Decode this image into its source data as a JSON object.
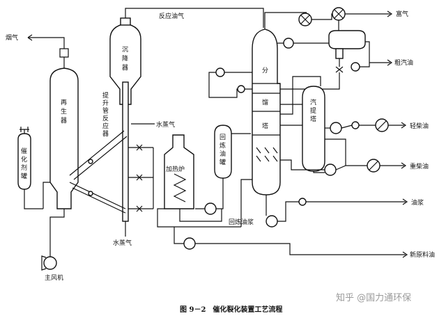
{
  "labels": {
    "flue_gas": "烟气",
    "catalyst_tank": "催化剂罐",
    "regenerator": "再生器",
    "main_blower": "主风机",
    "settler": "沉降器",
    "riser_reactor": "提升管反应器",
    "reaction_oil_gas": "反应油气",
    "steam_top": "水蒸气",
    "steam_bottom": "水蒸气",
    "heating_furnace": "加热炉",
    "recycle_tank": "回炼油罐",
    "recycle_oil_slurry": "回炼油浆",
    "fractionator": "分馏塔",
    "stripper": "汽提塔",
    "rich_gas": "富气",
    "crude_gasoline": "粗汽油",
    "light_diesel": "轻柴油",
    "heavy_diesel": "重柴油",
    "oil_slurry": "油浆",
    "fresh_feed": "新原料油"
  },
  "caption": "图 9－2　催化裂化装置工艺流程",
  "watermark": "知乎 @国力通环保"
}
